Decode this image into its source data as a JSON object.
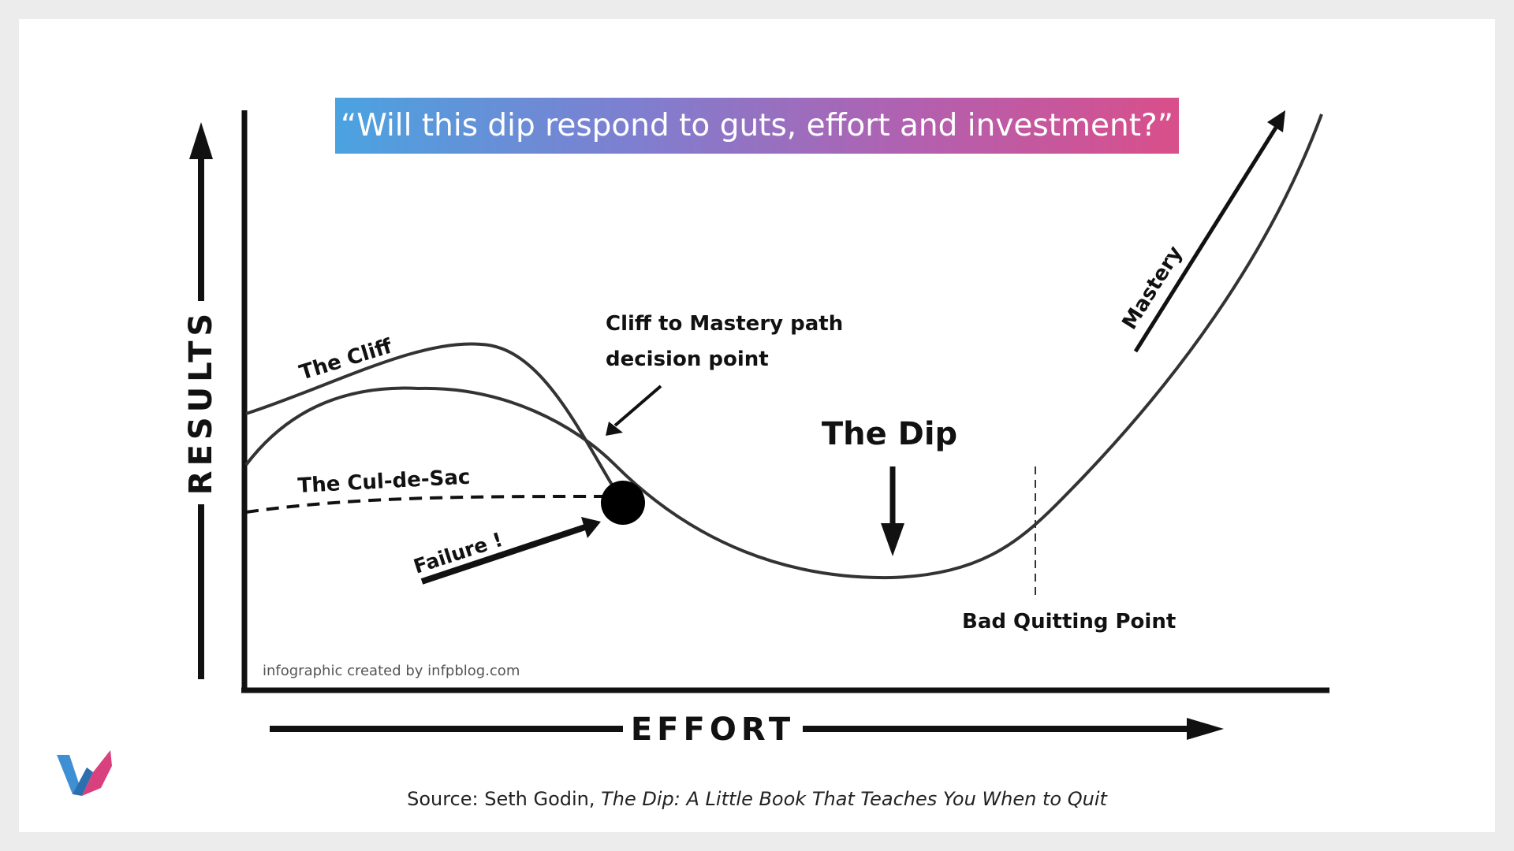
{
  "banner": {
    "text": "“Will this dip respond to guts, effort and investment?”"
  },
  "diagram": {
    "y_axis_label": "RESULTS",
    "x_axis_label": "EFFORT",
    "labels": {
      "the_cliff": "The Cliff",
      "the_cul_de_sac": "The Cul-de-Sac",
      "failure": "Failure !",
      "decision_point_line1": "Cliff to Mastery path",
      "decision_point_line2": "decision point",
      "the_dip": "The Dip",
      "bad_quitting_point": "Bad Quitting Point",
      "mastery": "Mastery"
    },
    "credit": "infographic created by infpblog.com"
  },
  "source": {
    "prefix": "Source: Seth Godin, ",
    "book_title": "The Dip: A Little Book That Teaches You When to Quit"
  },
  "colors": {
    "banner_gradient": [
      "#4aa3e0",
      "#d94f8a"
    ],
    "logo_blue": "#3f8fd4",
    "logo_pink": "#d9417e"
  }
}
